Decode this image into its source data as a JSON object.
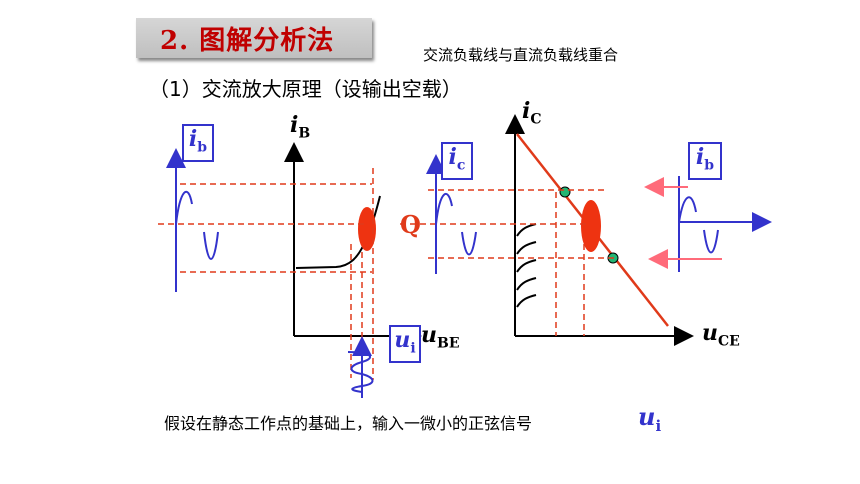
{
  "title": "2.  图解分析法",
  "note_top": "交流负载线与直流负载线重合",
  "subtitle": "（1）交流放大原理（设输出空载）",
  "caption": "假设在静态工作点的基础上，输入一微小的正弦信号",
  "caption_var": {
    "main": "u",
    "sub": "i"
  },
  "axes": {
    "ib_axis": {
      "main": "i",
      "sub": "B"
    },
    "ube_axis": {
      "main": "u",
      "sub": "BE"
    },
    "ic_axis": {
      "main": "i",
      "sub": "C"
    },
    "uce_axis": {
      "main": "u",
      "sub": "CE"
    }
  },
  "signals": {
    "left_ib": {
      "main": "i",
      "sub": "b"
    },
    "ui": {
      "main": "u",
      "sub": "i"
    },
    "ic": {
      "main": "i",
      "sub": "c"
    },
    "right_ib": {
      "main": "i",
      "sub": "b"
    }
  },
  "q_label": "Q",
  "colors": {
    "title": "#c00000",
    "signal_blue": "#3333cc",
    "load_line": "#e03a1a",
    "dashed": "#e03a1a",
    "q_ellipse": "#ee3311",
    "q_points": "#22b573",
    "arrow_pink": "#ff6b7a"
  }
}
